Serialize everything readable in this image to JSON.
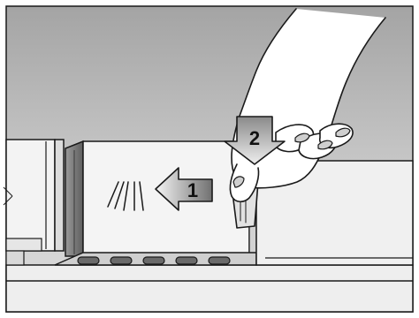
{
  "steps": [
    {
      "number": "1",
      "direction": "left"
    },
    {
      "number": "2",
      "direction": "down"
    }
  ],
  "slot_count": 5,
  "colors": {
    "background_top": "#a9a9a9",
    "background_bottom": "#dcdcdc",
    "panel": "#f4f4f4",
    "arrow_dark": "#6e6e6e",
    "arrow_light": "#f2f2f2",
    "outline": "#1a1a1a",
    "hand": "#ffffff"
  },
  "icons": [
    "arrow-left-icon",
    "arrow-down-icon",
    "vent-lines-icon",
    "hand-icon"
  ]
}
